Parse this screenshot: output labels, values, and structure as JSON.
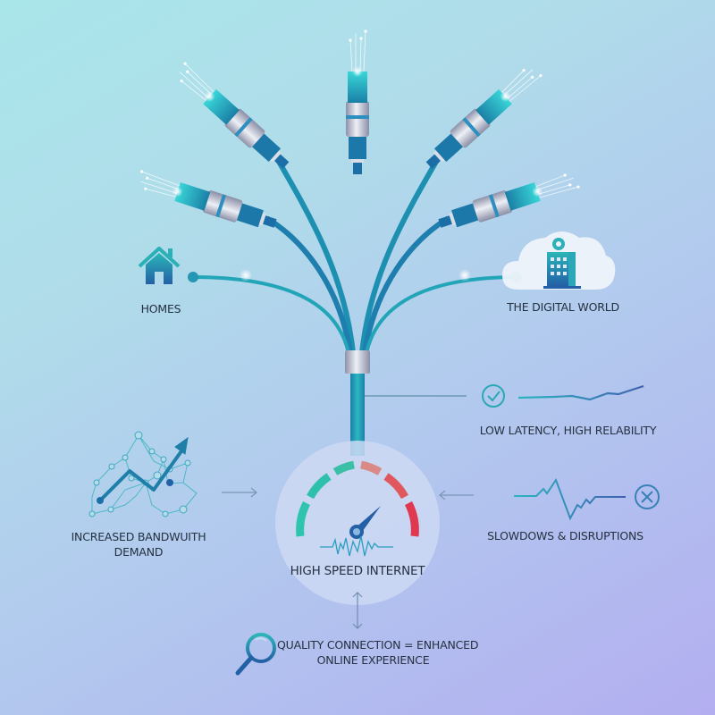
{
  "colors": {
    "background_top_left": "#a9e6ea",
    "background_bottom_right": "#b3aef0",
    "cable": "#1e9fb0",
    "cable_dark": "#1f6fa8",
    "connector_silver": "#c9ccd8",
    "gauge_green": "#2fc4ae",
    "gauge_red": "#e0384f",
    "text": "#253040"
  },
  "nodes": {
    "homes": {
      "label": "HOMES",
      "icon": "house-icon"
    },
    "digital_world": {
      "label": "THE DIGITAL WORLD",
      "icon": "cloud-building-gear-icon"
    },
    "low_latency": {
      "label": "LOW LATENCY, HIGH RELABILITY",
      "icon": "check-circle-icon"
    },
    "bandwidth": {
      "label_line1": "INCREASED BANDWUITH",
      "label_line2": "DEMAND",
      "icon": "network-growth-arrow-icon"
    },
    "slowdowns": {
      "label": "SLOWDOWS & DISRUPTIONS",
      "icon": "x-circle-icon"
    },
    "center": {
      "label": "HIGH SPEED INTERNET",
      "icon": "speedometer-icon"
    },
    "quality": {
      "label_line1": "QUALITY CONNECTION = ENHANCED",
      "label_line2": "ONLINE EXPERIENCE",
      "icon": "magnifier-icon"
    }
  },
  "connectors": {
    "count": 5,
    "icon": "fiber-optic-connector-icon"
  }
}
